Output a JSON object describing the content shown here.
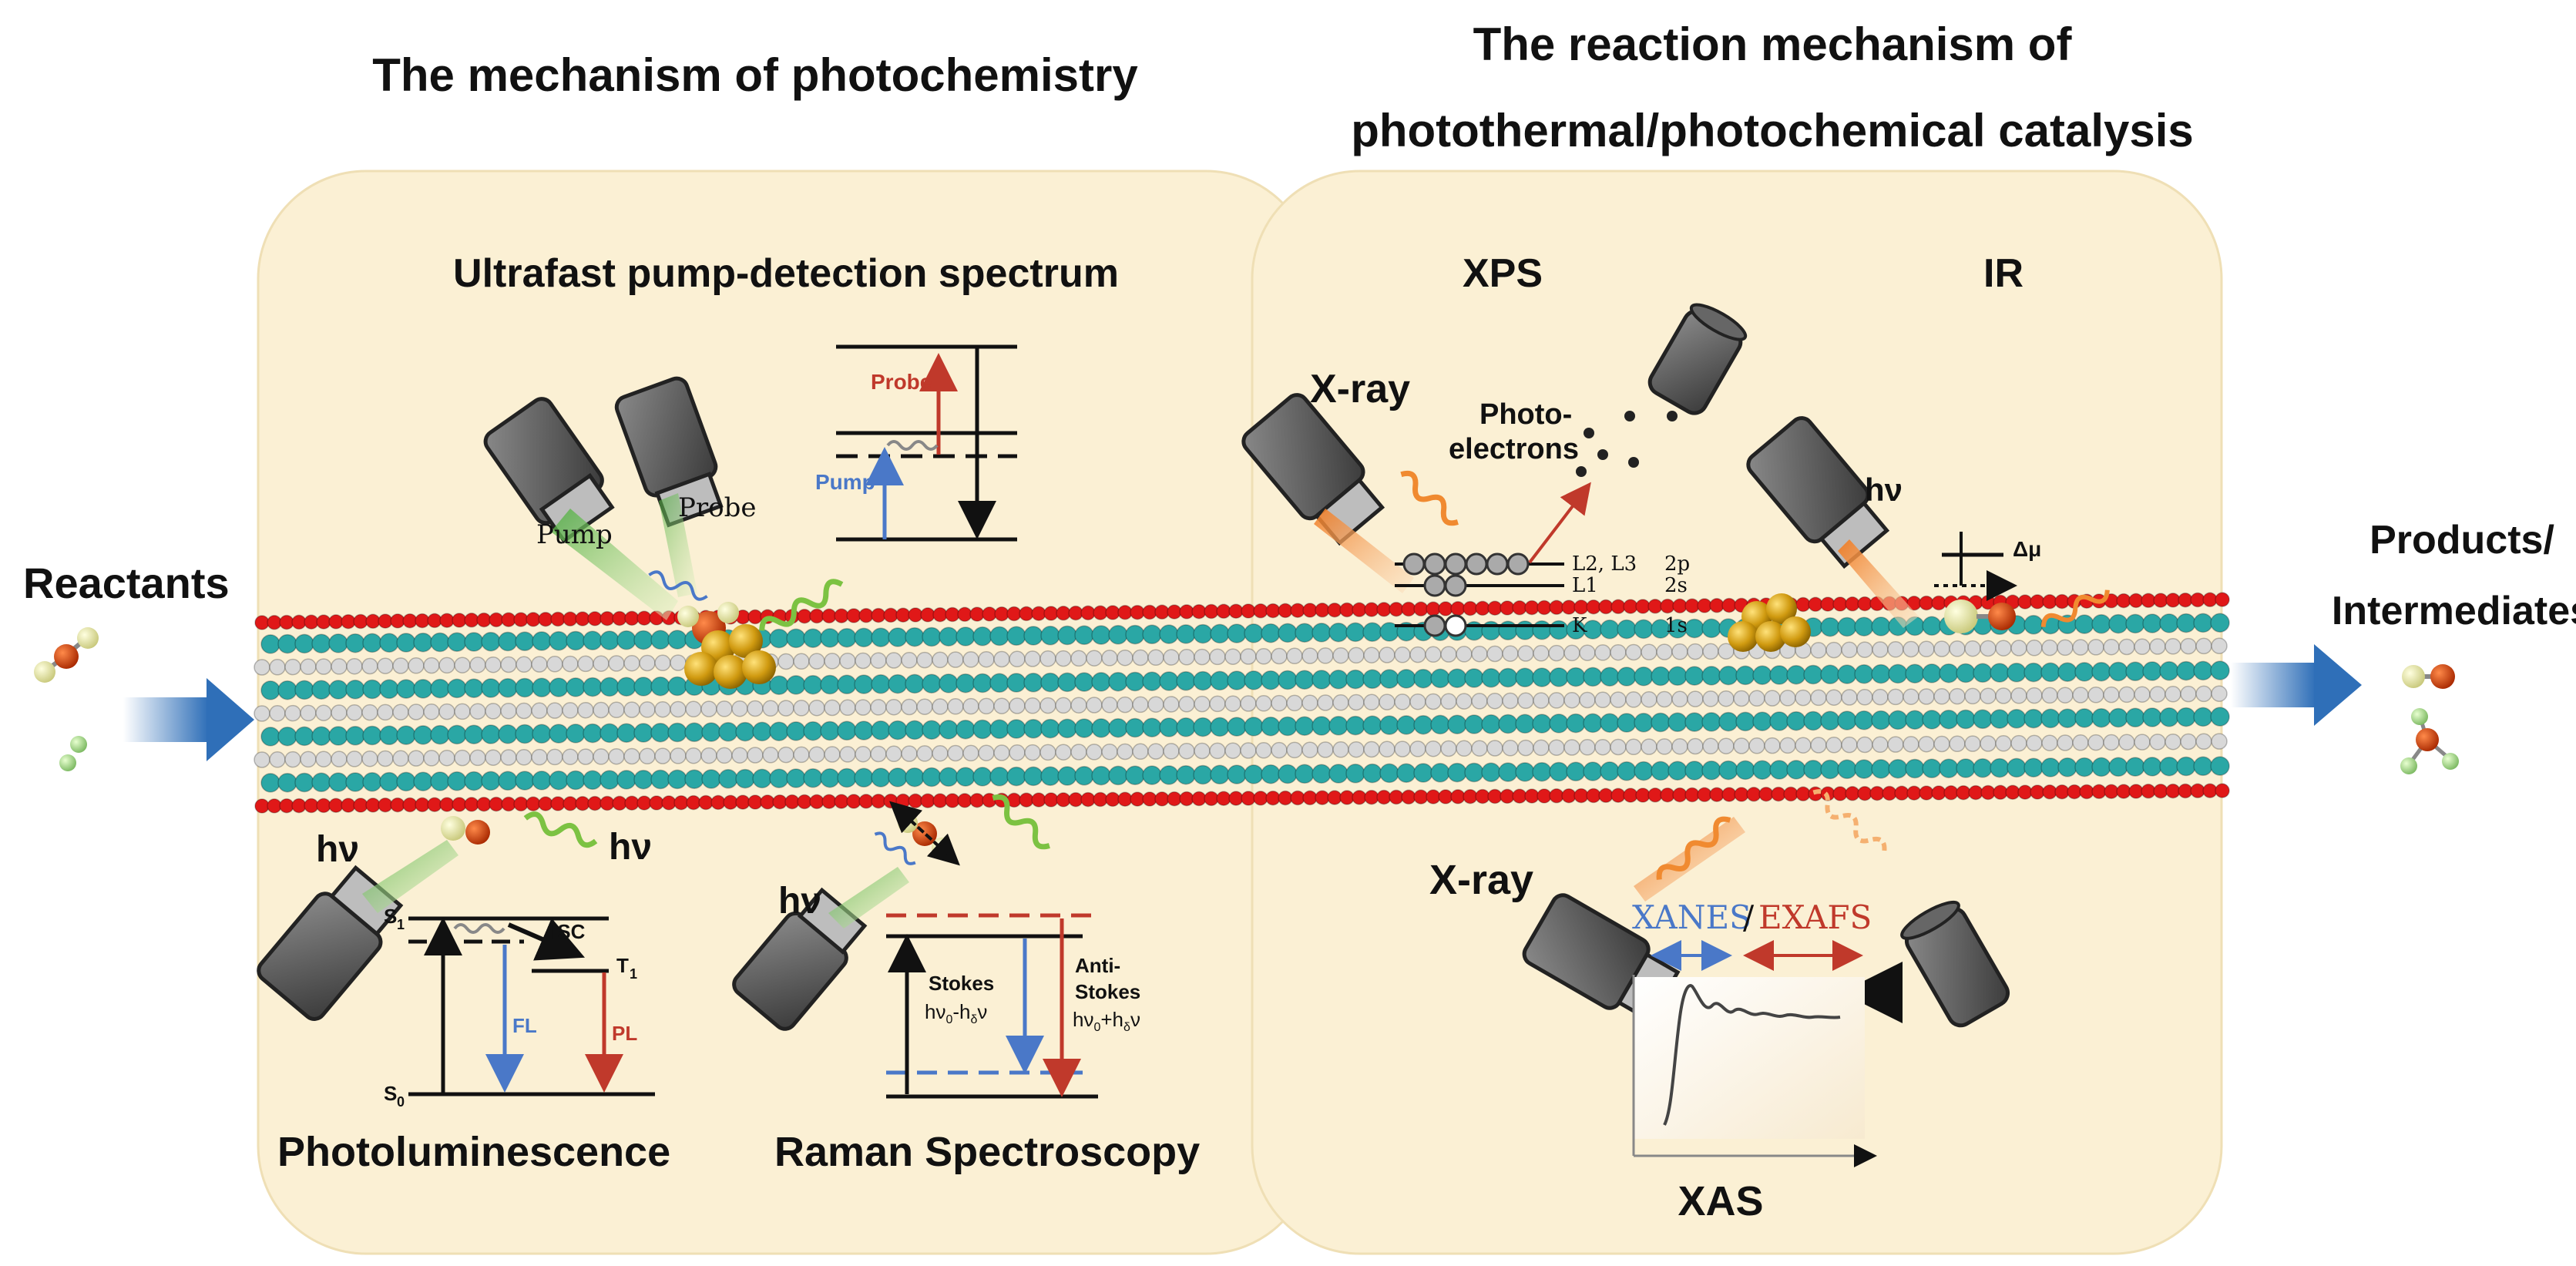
{
  "titles": {
    "left": "The mechanism of photochemistry",
    "right_line1": "The reaction mechanism of",
    "right_line2": "photothermal/photochemical catalysis"
  },
  "side_labels": {
    "reactants": "Reactants",
    "products_line1": "Products/",
    "products_line2": "Intermediates"
  },
  "left_panel": {
    "ultrafast": {
      "title": "Ultrafast pump-detection spectrum",
      "pump_label": "Pump",
      "probe_label": "Probe",
      "diagram_probe": "Probe",
      "diagram_pump": "Pump"
    },
    "photoluminescence": {
      "title": "Photoluminescence",
      "hv_left": "hν",
      "hv_right": "hν",
      "s1_label": "S",
      "s1_sub": "1",
      "s0_label": "S",
      "s0_sub": "0",
      "t1_label": "T",
      "t1_sub": "1",
      "isc": "ISC",
      "fl": "FL",
      "pl": "PL"
    },
    "raman": {
      "title": "Raman Spectroscopy",
      "hv": "hν",
      "stokes": "Stokes",
      "stokes_formula": "hν",
      "stokes_formula_sub": "0",
      "stokes_formula_tail": "-h",
      "stokes_formula_sub2": "δ",
      "stokes_formula_end": "ν",
      "anti": "Anti-",
      "anti2": "Stokes",
      "anti_formula": "hν",
      "anti_formula_sub": "0",
      "anti_formula_tail": "+h",
      "anti_formula_sub2": "δ",
      "anti_formula_end": "ν"
    }
  },
  "right_panel": {
    "xps": {
      "title": "XPS",
      "xray": "X-ray",
      "photo1": "Photo-",
      "photo2": "electrons",
      "levels": [
        {
          "shell": "L2, L3",
          "orbital": "2p"
        },
        {
          "shell": "L1",
          "orbital": "2s"
        },
        {
          "shell": "K",
          "orbital": "1s"
        }
      ]
    },
    "ir": {
      "title": "IR",
      "hv": "hν",
      "delta_mu": "Δμ"
    },
    "xas": {
      "title": "XAS",
      "xray": "X-ray",
      "xanes": "XANES",
      "slash": "/",
      "exafs": "EXAFS"
    }
  },
  "colors": {
    "panel_fill": "#fbf0d4",
    "panel_stroke": "#f0e2bb",
    "arrow_blue": "#3a7cc4",
    "teal_atom": "#2aa7a5",
    "red_atom": "#e01818",
    "white_atom": "#d8d8d8",
    "gold": "#d4a017",
    "probe_red": "#c0392b",
    "pump_blue": "#4a78c8",
    "green_wave": "#7cc242",
    "orange_wave": "#f08a30"
  }
}
